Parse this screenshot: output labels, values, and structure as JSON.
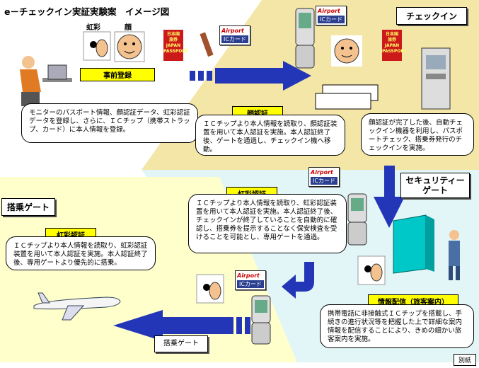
{
  "title": "e－チェックイン実証実験案　イメージ図",
  "zones": {
    "checkin": "チェックイン",
    "security": "セキュリティーゲート",
    "boarding": "搭乗ゲート"
  },
  "registration": {
    "iris_label": "虹彩",
    "face_label": "顔",
    "button_label": "事前登録",
    "text": "モニターのパスポート情報、顔認証データ、虹彩認証データを登録し、さらに、ＩＣチップ（携帯ストラップ、カード）に本人情報を登録。"
  },
  "face_auth": {
    "tag": "顔認証",
    "text": "ＩＣチップより本人情報を読取り、顔認証装置を用いて本人認証を実施。本人認証終了後、ゲートを通過し、チェックイン機へ移動。"
  },
  "kiosk": {
    "text": "顔認証が完了した後、自動チェックイン機器を利用し、パスポートチェック、搭乗券発行のチェックインを実施。"
  },
  "security_iris": {
    "tag": "虹彩認証",
    "text": "ＩＣチップより本人情報を読取り、虹彩認証装置を用いて本人認証を実施。本人認証終了後、チェックインが終了していることを自動的に確認し、搭乗券を提示することなく保安検査を受けることを可能とし、専用ゲートを通過。"
  },
  "boarding_iris": {
    "tag": "虹彩認証",
    "text": "ＩＣチップより本人情報を読取り、虹彩認証装置を用いて本人認証を実施。本人認証終了後、専用ゲートより優先的に搭乗。"
  },
  "info_delivery": {
    "tag": "情報配信（旅客案内）",
    "text": "携帯電話に非接触式ＩＣチップを搭載し、手続きの進行状況等を把握した上で詳細な案内情報を配信することにより、きめの細かい旅客案内を実施。"
  },
  "boarding_gate_label": "搭乗ゲート",
  "ic_card": {
    "brand": "Airport",
    "label": "ICカード"
  },
  "passport": {
    "line1": "日本国",
    "line2": "旅券",
    "line3": "JAPAN",
    "line4": "PASSPORT"
  },
  "footer_tag": "別紙",
  "colors": {
    "checkin_bg": "#f3e6a6",
    "security_bg": "#e6f6f6",
    "boarding_bg": "#ffffcc",
    "arrow": "#2436b8",
    "tag": "#ffff00"
  }
}
